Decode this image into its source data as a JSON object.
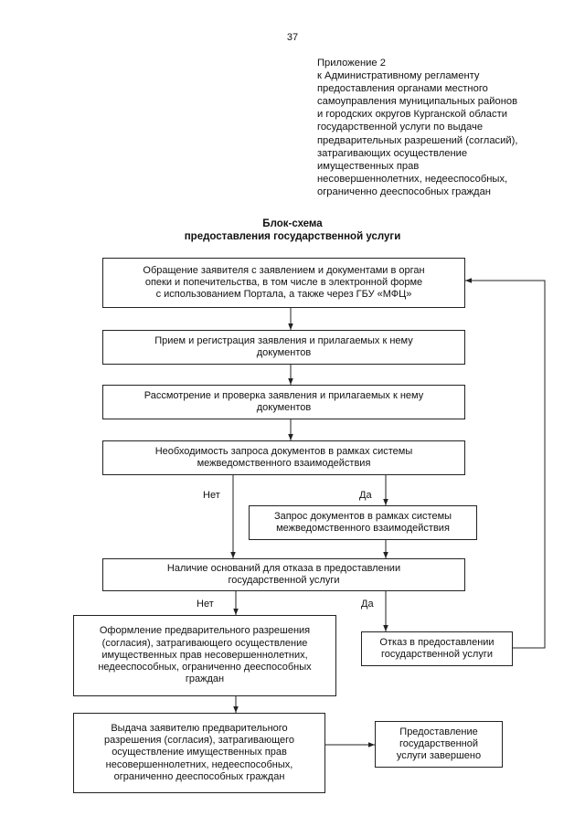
{
  "page_number": "37",
  "appendix": {
    "lines": [
      "Приложение 2",
      "к Административному регламенту",
      "предоставления органами местного",
      "самоуправления муниципальных районов",
      "и городских округов Курганской области",
      "государственной услуги по выдаче",
      "предварительных разрешений (согласий),",
      "затрагивающих осуществление",
      "имущественных прав",
      "несовершеннолетних, недееспособных,",
      "ограниченно дееспособных граждан"
    ]
  },
  "title": {
    "line1": "Блок-схема",
    "line2": "предоставления государственной услуги"
  },
  "diagram": {
    "nodes": [
      {
        "id": "appeal",
        "lines": [
          "Обращение заявителя с заявлением и документами в  орган",
          "опеки и попечительства, в том числе в электронной форме",
          "с использованием Портала, а также через ГБУ «МФЦ»"
        ]
      },
      {
        "id": "reception",
        "lines": [
          "Прием и регистрация заявления и прилагаемых к нему",
          "документов"
        ]
      },
      {
        "id": "review",
        "lines": [
          "Рассмотрение и проверка заявления и прилагаемых к нему",
          "документов"
        ]
      },
      {
        "id": "need_request",
        "lines": [
          "Необходимость запроса документов в рамках системы",
          "межведомственного взаимодействия"
        ]
      },
      {
        "id": "request",
        "lines": [
          "Запрос документов в рамках системы",
          "межведомственного взаимодействия"
        ]
      },
      {
        "id": "grounds_refusal",
        "lines": [
          "Наличие оснований для отказа в предоставлении",
          "государственной услуги"
        ]
      },
      {
        "id": "issue_permit",
        "lines": [
          "Оформление предварительного разрешения",
          "(согласия), затрагивающего осуществление",
          "имущественных прав несовершеннолетних,",
          "недееспособных, ограниченно дееспособных",
          "граждан"
        ]
      },
      {
        "id": "refusal",
        "lines": [
          "Отказ в предоставлении",
          "государственной услуги"
        ]
      },
      {
        "id": "deliver",
        "lines": [
          "Выдача заявителю предварительного",
          "разрешения (согласия), затрагивающего",
          "осуществление имущественных прав",
          "несовершеннолетних, недееспособных,",
          "ограниченно дееспособных граждан"
        ]
      },
      {
        "id": "done",
        "lines": [
          "Предоставление",
          "государственной",
          "услуги завершено"
        ]
      }
    ],
    "labels": {
      "no_1": "Нет",
      "yes_1": "Да",
      "no_2": "Нет",
      "yes_2": "Да"
    }
  }
}
